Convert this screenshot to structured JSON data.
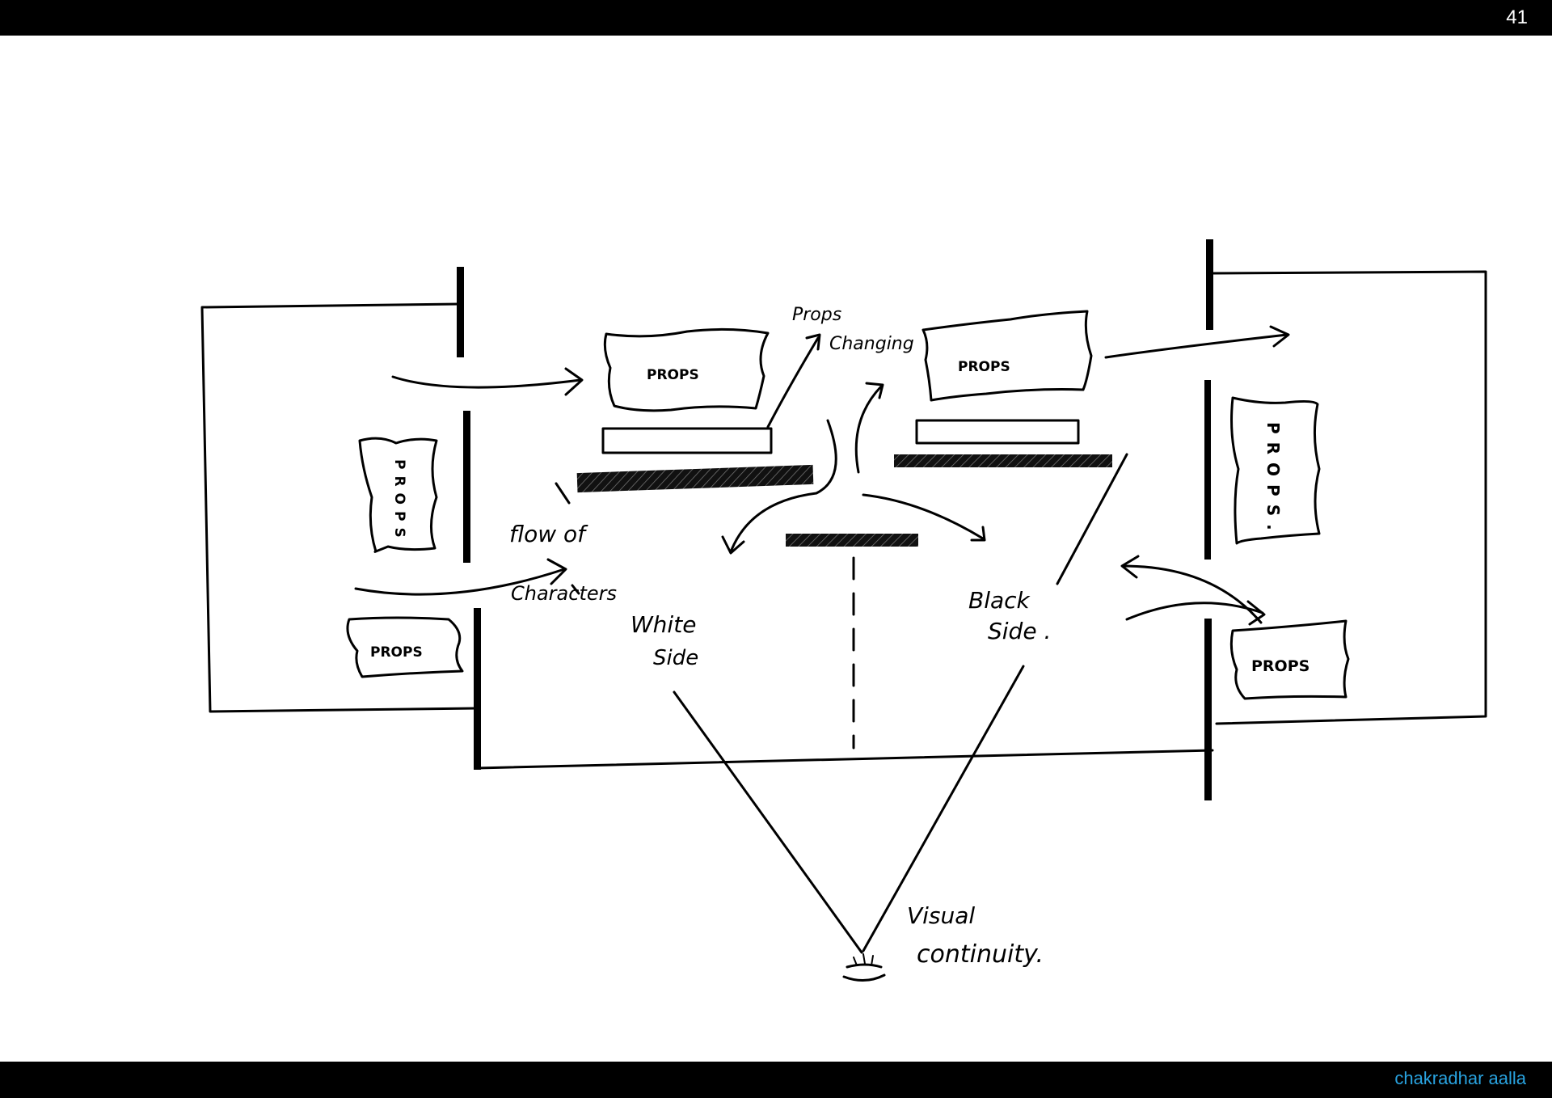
{
  "header": {
    "page_number": "41"
  },
  "footer": {
    "author": "chakradhar aalla"
  },
  "colors": {
    "bar": "#000000",
    "author_text": "#29a3e0",
    "ink": "#000000"
  },
  "sketch": {
    "labels": {
      "props_changing_1": "Props",
      "props_changing_2": "Changing",
      "flow_1": "flow of",
      "flow_2": "Characters",
      "white_1": "White",
      "white_2": "Side",
      "black_1": "Black",
      "black_2": "Side .",
      "visual_1": "Visual",
      "visual_2": "continuity."
    },
    "props_boxes": {
      "top_left": "PROPS",
      "top_right": "PROPS",
      "left_vertical": "PROPS",
      "left_bottom": "PROPS",
      "right_vertical": "PROPS.",
      "right_bottom": "PROPS"
    }
  }
}
